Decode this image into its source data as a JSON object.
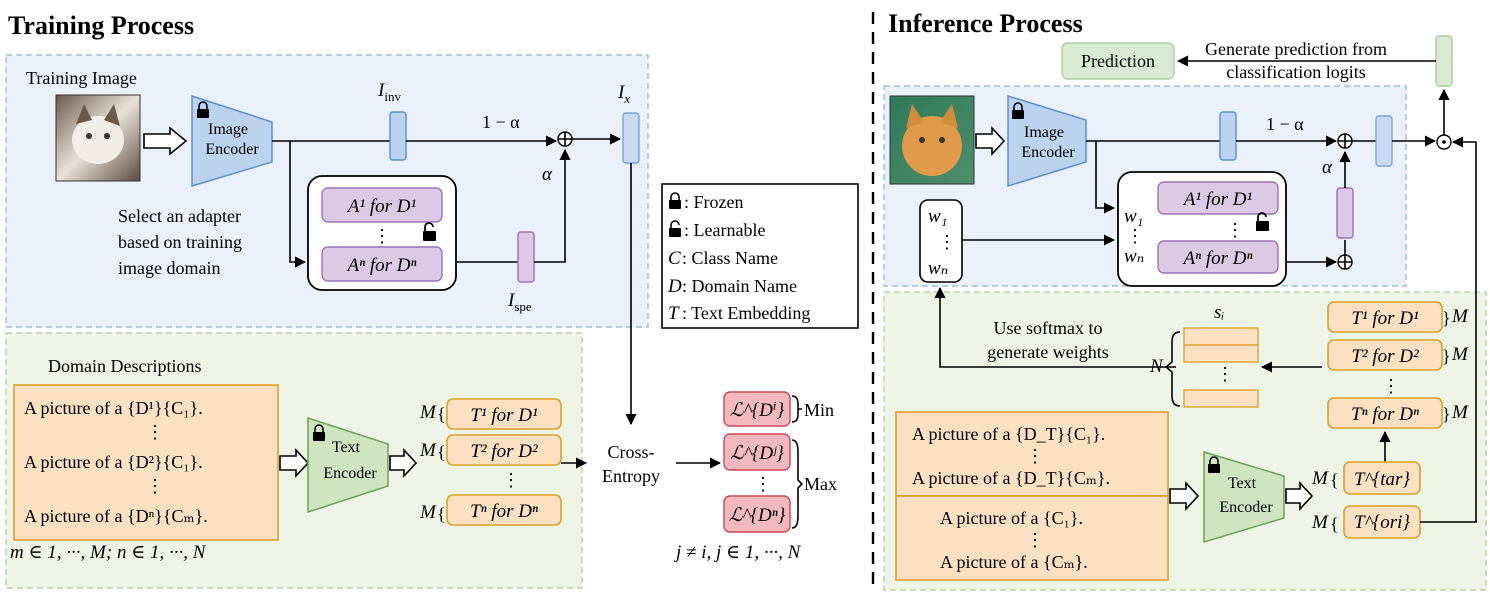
{
  "training": {
    "title": "Training Process",
    "training_image_label": "Training Image",
    "image_encoder_line1": "Image",
    "image_encoder_line2": "Encoder",
    "i_inv": "I",
    "i_inv_sub": "inv",
    "i_x": "I",
    "i_x_sub": "x",
    "one_minus_alpha": "1 − α",
    "alpha": "α",
    "select_line1": "Select an adapter",
    "select_line2": "based on training",
    "select_line3": "image domain",
    "adapter1": "A¹ for D¹",
    "adapter_n": "Aⁿ for Dⁿ",
    "vdots": "⋮",
    "i_spe": "I",
    "i_spe_sub": "spe",
    "domain_desc_title": "Domain Descriptions",
    "desc1": "A picture of a {D¹}{C₁}.",
    "desc2": "A picture of a {D²}{C₁}.",
    "desc3": "A picture of a {Dⁿ}{Cₘ}.",
    "text_encoder_line1": "Text",
    "text_encoder_line2": "Encoder",
    "t1": "T¹ for D¹",
    "t2": "T² for D²",
    "tn": "Tⁿ for Dⁿ",
    "m": "M",
    "index_note": "m ∈ 1, ···, M; n ∈ 1, ···, N",
    "cross_entropy_line1": "Cross-",
    "cross_entropy_line2": "Entropy",
    "loss_i": "ℒ^{Dⁱ}",
    "loss_j": "ℒ^{Dʲ}",
    "loss_n": "ℒ^{Dⁿ}",
    "min": "Min",
    "max": "Max",
    "loss_note": "j ≠ i, j ∈ 1, ···, N"
  },
  "legend": {
    "frozen": ": Frozen",
    "learnable": ": Learnable",
    "c_key": "C",
    "c_desc": ": Class Name",
    "d_key": "D",
    "d_desc": ": Domain Name",
    "t_key": "T",
    "t_desc": ": Text Embedding"
  },
  "inference": {
    "title": "Inference Process",
    "prediction": "Prediction",
    "generate_line1": "Generate prediction from",
    "generate_line2": "classification logits",
    "image_encoder_line1": "Image",
    "image_encoder_line2": "Encoder",
    "one_minus_alpha": "1 − α",
    "alpha": "α",
    "w1": "w₁",
    "wn": "wₙ",
    "adapter1": "A¹ for D¹",
    "adapter_n": "Aⁿ for Dⁿ",
    "softmax_line1": "Use softmax to",
    "softmax_line2": "generate weights",
    "s_i": "sᵢ",
    "n_label": "N",
    "t1": "T¹ for D¹",
    "t2": "T² for D²",
    "tn": "Tⁿ for Dⁿ",
    "m": "M",
    "desc_dt1": "A picture of a {D_T}{C₁}.",
    "desc_dt2": "A picture of a {D_T}{Cₘ}.",
    "desc_c1": "A picture of a {C₁}.",
    "desc_c2": "A picture of a {Cₘ}.",
    "text_encoder_line1": "Text",
    "text_encoder_line2": "Encoder",
    "t_tar": "T^{tar}",
    "t_ori": "T^{ori}"
  },
  "colors": {
    "blue_panel": "#eaf1fb",
    "green_panel": "#eef4e6",
    "encoder_blue": "#bcd3ef",
    "encoder_green": "#cde5c0",
    "adapter_purple": "#dcc9e6",
    "orange": "#fbe1c1",
    "orange_stroke": "#d9a12a",
    "red": "#f4b9bd",
    "prediction_green": "#d9ebd3"
  }
}
